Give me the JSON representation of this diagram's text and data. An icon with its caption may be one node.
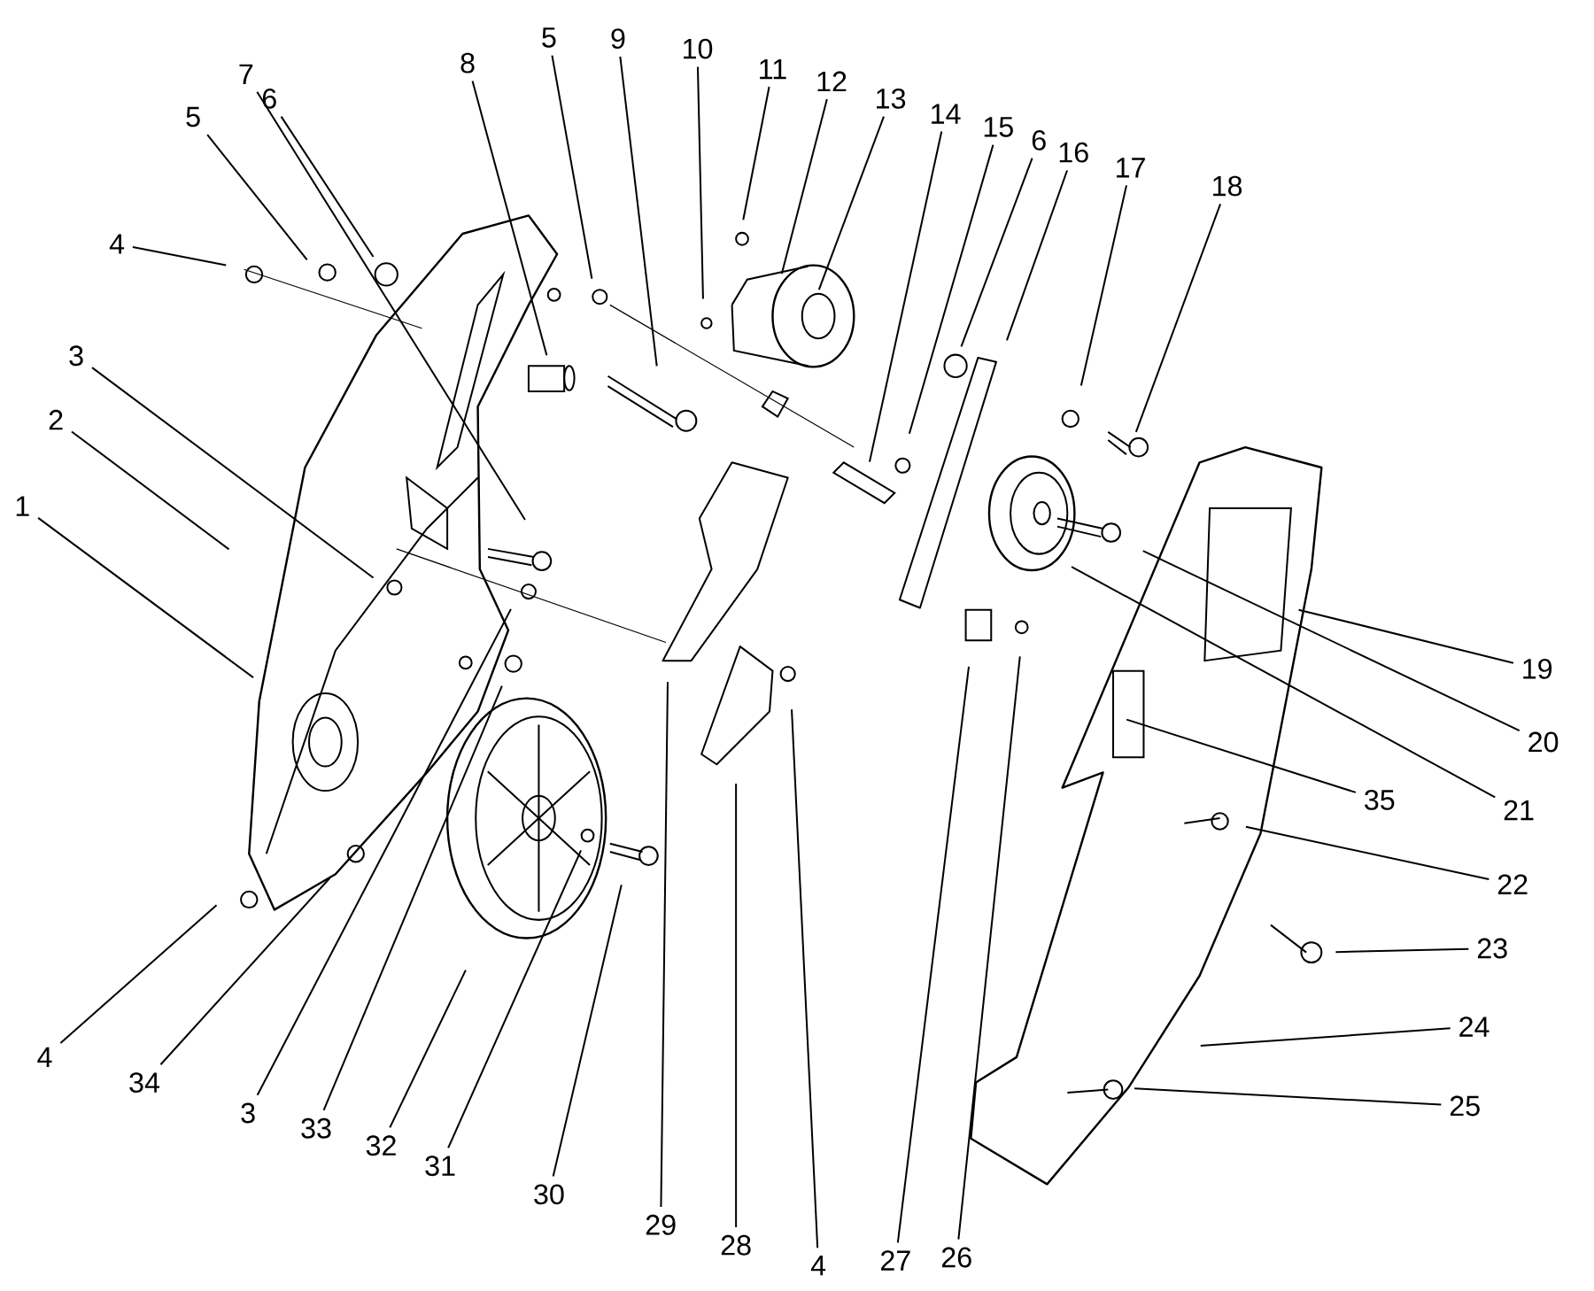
{
  "diagram": {
    "nodes": [
      {
        "text": [
          "1"
        ]
      },
      {
        "text": [
          "2"
        ]
      },
      {
        "text": [
          "3"
        ]
      },
      {
        "text": [
          "4"
        ]
      },
      {
        "text": [
          "5"
        ]
      },
      {
        "text": [
          "6"
        ]
      },
      {
        "text": [
          "7"
        ]
      },
      {
        "text": [
          "8"
        ]
      },
      {
        "text": [
          "5"
        ]
      },
      {
        "text": [
          "9"
        ]
      },
      {
        "text": [
          "10"
        ]
      },
      {
        "text": [
          "11"
        ]
      },
      {
        "text": [
          "12"
        ]
      },
      {
        "text": [
          "13"
        ]
      },
      {
        "text": [
          "14"
        ]
      },
      {
        "text": [
          "15"
        ]
      },
      {
        "text": [
          "6"
        ]
      },
      {
        "text": [
          "16"
        ]
      },
      {
        "text": [
          "17"
        ]
      },
      {
        "text": [
          "18"
        ]
      },
      {
        "text": [
          "19"
        ]
      },
      {
        "text": [
          "20"
        ]
      },
      {
        "text": [
          "35"
        ]
      },
      {
        "text": [
          "21"
        ]
      },
      {
        "text": [
          "22"
        ]
      },
      {
        "text": [
          "23"
        ]
      },
      {
        "text": [
          "24"
        ]
      },
      {
        "text": [
          "25"
        ]
      },
      {
        "text": [
          "4"
        ]
      },
      {
        "text": [
          "34"
        ]
      },
      {
        "text": [
          "3"
        ]
      },
      {
        "text": [
          "33"
        ]
      },
      {
        "text": [
          "32"
        ]
      },
      {
        "text": [
          "31"
        ]
      },
      {
        "text": [
          "30"
        ]
      },
      {
        "text": [
          "29"
        ]
      },
      {
        "text": [
          "28"
        ]
      },
      {
        "text": [
          "4"
        ]
      },
      {
        "text": [
          "27"
        ]
      },
      {
        "text": [
          "26"
        ]
      }
    ],
    "edges": [
      {
        "from": 0,
        "to": null,
        "arrow": "none"
      },
      {
        "from": 1,
        "to": null,
        "arrow": "none"
      },
      {
        "from": 2,
        "to": null,
        "arrow": "none"
      },
      {
        "from": 3,
        "to": null,
        "arrow": "none"
      },
      {
        "from": 4,
        "to": null,
        "arrow": "none"
      },
      {
        "from": 5,
        "to": null,
        "arrow": "none"
      },
      {
        "from": 6,
        "to": null,
        "arrow": "none"
      },
      {
        "from": 7,
        "to": null,
        "arrow": "none"
      },
      {
        "from": 8,
        "to": null,
        "arrow": "none"
      },
      {
        "from": 9,
        "to": null,
        "arrow": "none"
      },
      {
        "from": 10,
        "to": null,
        "arrow": "none"
      },
      {
        "from": 11,
        "to": null,
        "arrow": "none"
      },
      {
        "from": 12,
        "to": null,
        "arrow": "none"
      },
      {
        "from": 13,
        "to": null,
        "arrow": "none"
      },
      {
        "from": 14,
        "to": null,
        "arrow": "none"
      },
      {
        "from": 15,
        "to": null,
        "arrow": "none"
      },
      {
        "from": 16,
        "to": null,
        "arrow": "none"
      },
      {
        "from": 17,
        "to": null,
        "arrow": "none"
      },
      {
        "from": 18,
        "to": null,
        "arrow": "none"
      },
      {
        "from": 19,
        "to": null,
        "arrow": "none"
      },
      {
        "from": 20,
        "to": null,
        "arrow": "none"
      },
      {
        "from": 21,
        "to": null,
        "arrow": "none"
      },
      {
        "from": 22,
        "to": null,
        "arrow": "none"
      },
      {
        "from": 23,
        "to": null,
        "arrow": "none"
      },
      {
        "from": 24,
        "to": null,
        "arrow": "none"
      },
      {
        "from": 25,
        "to": null,
        "arrow": "none"
      },
      {
        "from": 26,
        "to": null,
        "arrow": "none"
      },
      {
        "from": 27,
        "to": null,
        "arrow": "none"
      },
      {
        "from": 28,
        "to": null,
        "arrow": "none"
      },
      {
        "from": 29,
        "to": null,
        "arrow": "none"
      },
      {
        "from": 30,
        "to": null,
        "arrow": "none"
      },
      {
        "from": 31,
        "to": null,
        "arrow": "none"
      },
      {
        "from": 32,
        "to": null,
        "arrow": "none"
      },
      {
        "from": 33,
        "to": null,
        "arrow": "none"
      },
      {
        "from": 34,
        "to": null,
        "arrow": "none"
      },
      {
        "from": 35,
        "to": null,
        "arrow": "none"
      },
      {
        "from": 36,
        "to": null,
        "arrow": "none"
      },
      {
        "from": 37,
        "to": null,
        "arrow": "none"
      },
      {
        "from": 38,
        "to": null,
        "arrow": "none"
      },
      {
        "from": 39,
        "to": null,
        "arrow": "none"
      }
    ]
  }
}
